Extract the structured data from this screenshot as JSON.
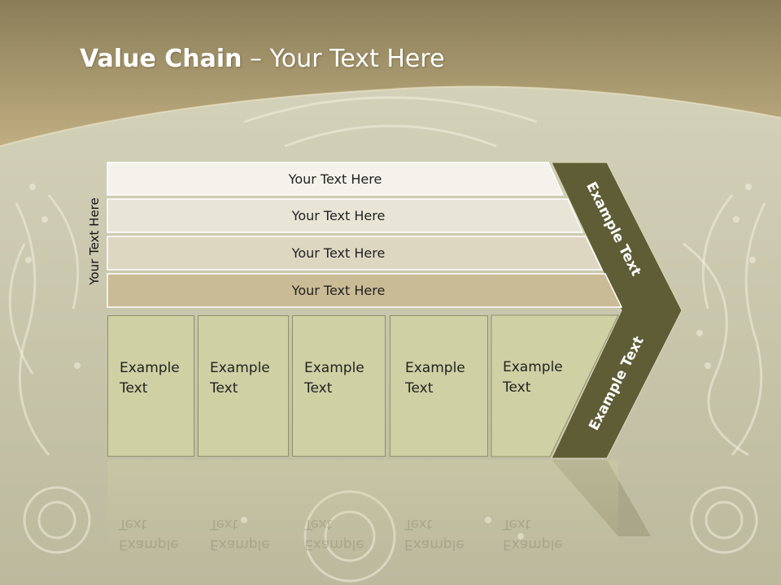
{
  "title": {
    "bold": "Value Chain",
    "rest": " – Your Text Here"
  },
  "side_label": "Your Text Here",
  "bars": [
    {
      "label": "Your Text Here",
      "color": "#f4f2ea"
    },
    {
      "label": "Your Text Here",
      "color": "#e9e5d6"
    },
    {
      "label": "Your Text Here",
      "color": "#ddd7c1"
    },
    {
      "label": "Your Text Here",
      "color": "#c9bb95"
    }
  ],
  "cells": [
    {
      "label": "Example\nText"
    },
    {
      "label": "Example\nText"
    },
    {
      "label": "Example\nText"
    },
    {
      "label": "Example\nText"
    },
    {
      "label": "Example\nText"
    }
  ],
  "chevron": {
    "top_text": "Example Text",
    "bottom_text": "Example Text",
    "color": "#5e5d35"
  },
  "colors": {
    "header_gold": "#b7a67b",
    "background": "#c9c7ae",
    "cell_fill": "#cfd0a3"
  }
}
